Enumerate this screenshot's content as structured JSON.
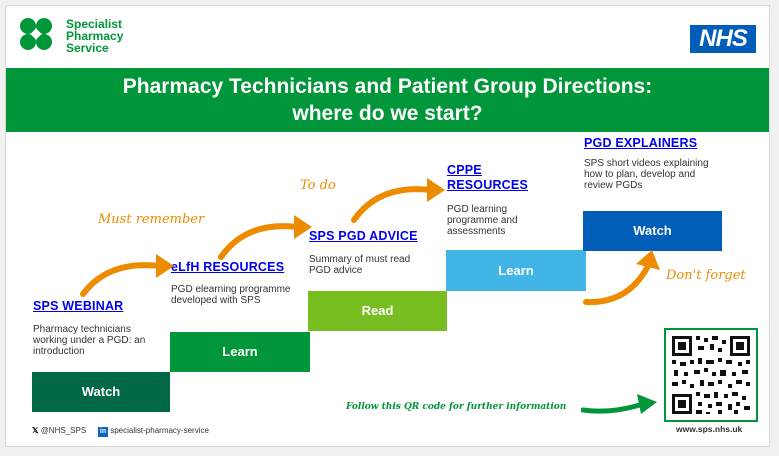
{
  "org": {
    "name": "Specialist\nPharmacy\nService",
    "nhs": "NHS"
  },
  "title": {
    "line1": "Pharmacy Technicians and Patient Group Directions:",
    "line2": "where do we start?"
  },
  "steps": [
    {
      "heading": "SPS WEBINAR",
      "description": "Pharmacy technicians working under a PGD: an introduction",
      "action": "Watch"
    },
    {
      "heading": "eLfH RESOURCES",
      "description": "PGD elearning programme developed with SPS",
      "action": "Learn"
    },
    {
      "heading": "SPS PGD ADVICE",
      "description": "Summary of must read PGD advice",
      "action": "Read"
    },
    {
      "heading": "CPPE RESOURCES",
      "description": "PGD learning programme and assessments",
      "action": "Learn"
    },
    {
      "heading": "PGD EXPLAINERS",
      "description": "SPS short videos explaining how to plan, develop and review PGDs",
      "action": "Watch"
    }
  ],
  "notes": {
    "must_remember": "Must remember",
    "to_do": "To do",
    "dont_forget": "Don't forget",
    "follow": "Follow this QR code for further information"
  },
  "footer": {
    "twitter": "@NHS_SPS",
    "linkedin": "specialist-pharmacy-service",
    "url": "www.sps.nhs.uk"
  },
  "colors": {
    "green": "#009639",
    "dark_green": "#006747",
    "light_green": "#78be20",
    "light_blue": "#41b6e6",
    "blue": "#005eb8",
    "orange": "#ed8b00"
  }
}
